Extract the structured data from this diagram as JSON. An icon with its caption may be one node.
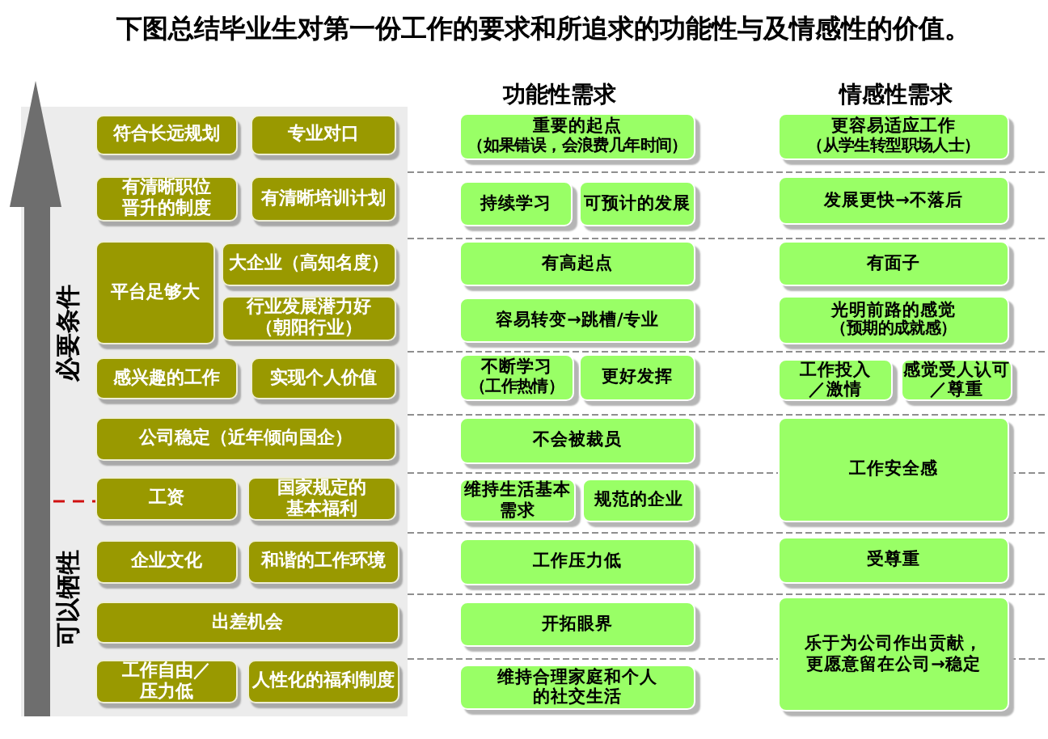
{
  "diagram": {
    "title": "下图总结毕业生对第一份工作的要求和所追求的功能性与及情感性的价值。",
    "nodes": [
      {
        "text": [
          "必要条件",
          "可以牺牲"
        ]
      },
      {
        "text": [
          "符合长远规划"
        ],
        "in": 0
      },
      {
        "text": [
          "专业对口"
        ],
        "in": 0
      },
      {
        "text": [
          "有清晰职位晋升的制度"
        ],
        "in": 0
      },
      {
        "text": [
          "有清晰培训计划"
        ],
        "in": 0
      },
      {
        "text": [
          "平台足够大"
        ],
        "in": 0
      },
      {
        "text": [
          "大企业（高知名度）"
        ],
        "in": 0
      },
      {
        "text": [
          "行业发展潜力好（朝阳行业）"
        ],
        "in": 0
      },
      {
        "text": [
          "感兴趣的工作"
        ],
        "in": 0
      },
      {
        "text": [
          "实现个人价值"
        ],
        "in": 0
      },
      {
        "text": [
          "公司稳定（近年倾向国企）"
        ],
        "in": 0
      },
      {
        "text": [
          "工资"
        ],
        "in": 0
      },
      {
        "text": [
          "国家规定的基本福利"
        ],
        "in": 0
      },
      {
        "text": [
          "企业文化"
        ],
        "in": 0
      },
      {
        "text": [
          "和谐的工作环境"
        ],
        "in": 0
      },
      {
        "text": [
          "出差机会"
        ],
        "in": 0
      },
      {
        "text": [
          "工作自由／压力低"
        ],
        "in": 0
      },
      {
        "text": [
          "人性化的福利制度"
        ],
        "in": 0
      },
      {
        "text": [
          "重要的起点",
          "（如果错误，会浪费几年时间）"
        ]
      },
      {
        "text": [
          "持续学习"
        ]
      },
      {
        "text": [
          "可预计的发展"
        ]
      },
      {
        "text": [
          "有高起点"
        ]
      },
      {
        "text": [
          "容易转变→跳槽/专业"
        ]
      },
      {
        "text": [
          "不断学习",
          "（工作热情）"
        ]
      },
      {
        "text": [
          "更好发挥"
        ]
      },
      {
        "text": [
          "不会被裁员"
        ]
      },
      {
        "text": [
          "维持生活基本需求"
        ]
      },
      {
        "text": [
          "规范的企业"
        ]
      },
      {
        "text": [
          "工作压力低"
        ]
      },
      {
        "text": [
          "开拓眼界"
        ]
      },
      {
        "text": [
          "维持合理家庭和个人的社交生活"
        ]
      },
      {
        "text": [
          "更容易适应工作",
          "（从学生转型职场人士）"
        ]
      },
      {
        "text": [
          "发展更快→不落后"
        ]
      },
      {
        "text": [
          "有面子"
        ]
      },
      {
        "text": [
          "光明前路的感觉",
          "（预期的成就感）"
        ]
      },
      {
        "text": [
          "工作投入／激情"
        ]
      },
      {
        "text": [
          "感觉受人认可／尊重"
        ]
      },
      {
        "text": [
          "工作安全感"
        ]
      },
      {
        "text": [
          "受尊重"
        ]
      },
      {
        "text": [
          "乐于为公司作出贡献，更愿意留在公司→稳定"
        ]
      }
    ],
    "labels": [
      "功能性需求",
      "情感性需求"
    ]
  }
}
